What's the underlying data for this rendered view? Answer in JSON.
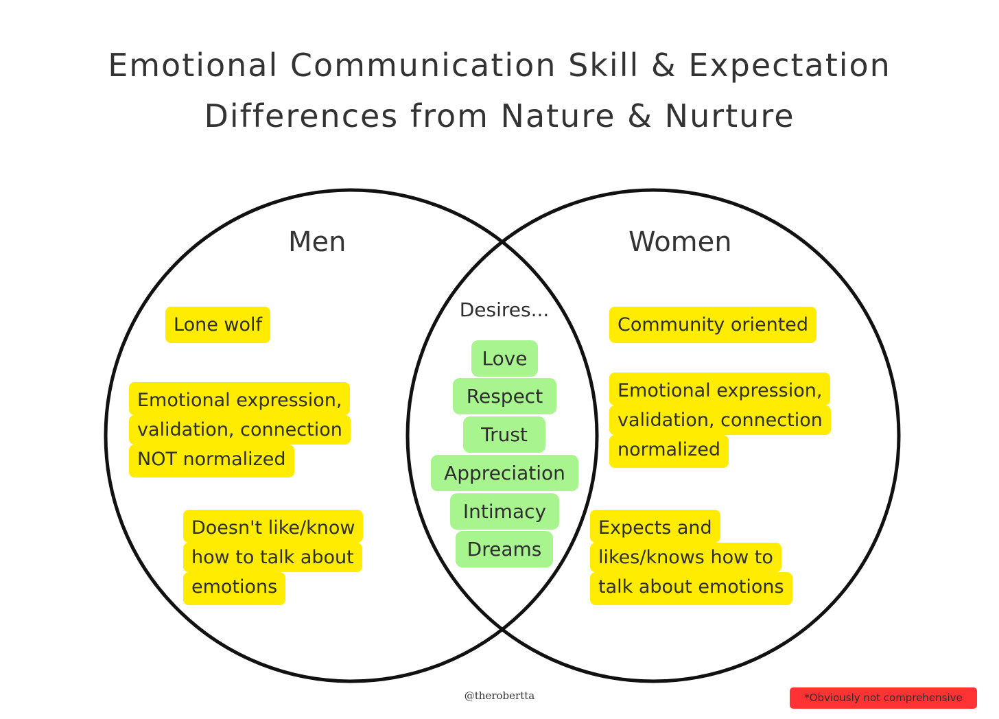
{
  "title": {
    "line1": "Emotional Communication Skill & Expectation",
    "line2": "Differences from Nature & Nurture"
  },
  "men": {
    "label": "Men",
    "traits": [
      {
        "lines": [
          "Lone wolf"
        ]
      },
      {
        "lines": [
          "Emotional expression,",
          "validation, connection",
          "NOT normalized"
        ]
      },
      {
        "lines": [
          "Doesn't like/know",
          "how to talk about",
          "emotions"
        ]
      }
    ]
  },
  "women": {
    "label": "Women",
    "traits": [
      {
        "lines": [
          "Community oriented"
        ]
      },
      {
        "lines": [
          "Emotional expression,",
          "validation, connection",
          "normalized"
        ]
      },
      {
        "lines": [
          "Expects and",
          "likes/knows how to",
          "talk about emotions"
        ]
      }
    ]
  },
  "shared": {
    "heading": "Desires...",
    "items": [
      "Love",
      "Respect",
      "Trust",
      "Appreciation",
      "Intimacy",
      "Dreams"
    ]
  },
  "credit": "@therobertta",
  "note": "*Obviously not comprehensive",
  "colors": {
    "highlight": "#ffec00",
    "shared": "#a8f48f",
    "note": "#ff3333",
    "stroke": "#111111"
  }
}
